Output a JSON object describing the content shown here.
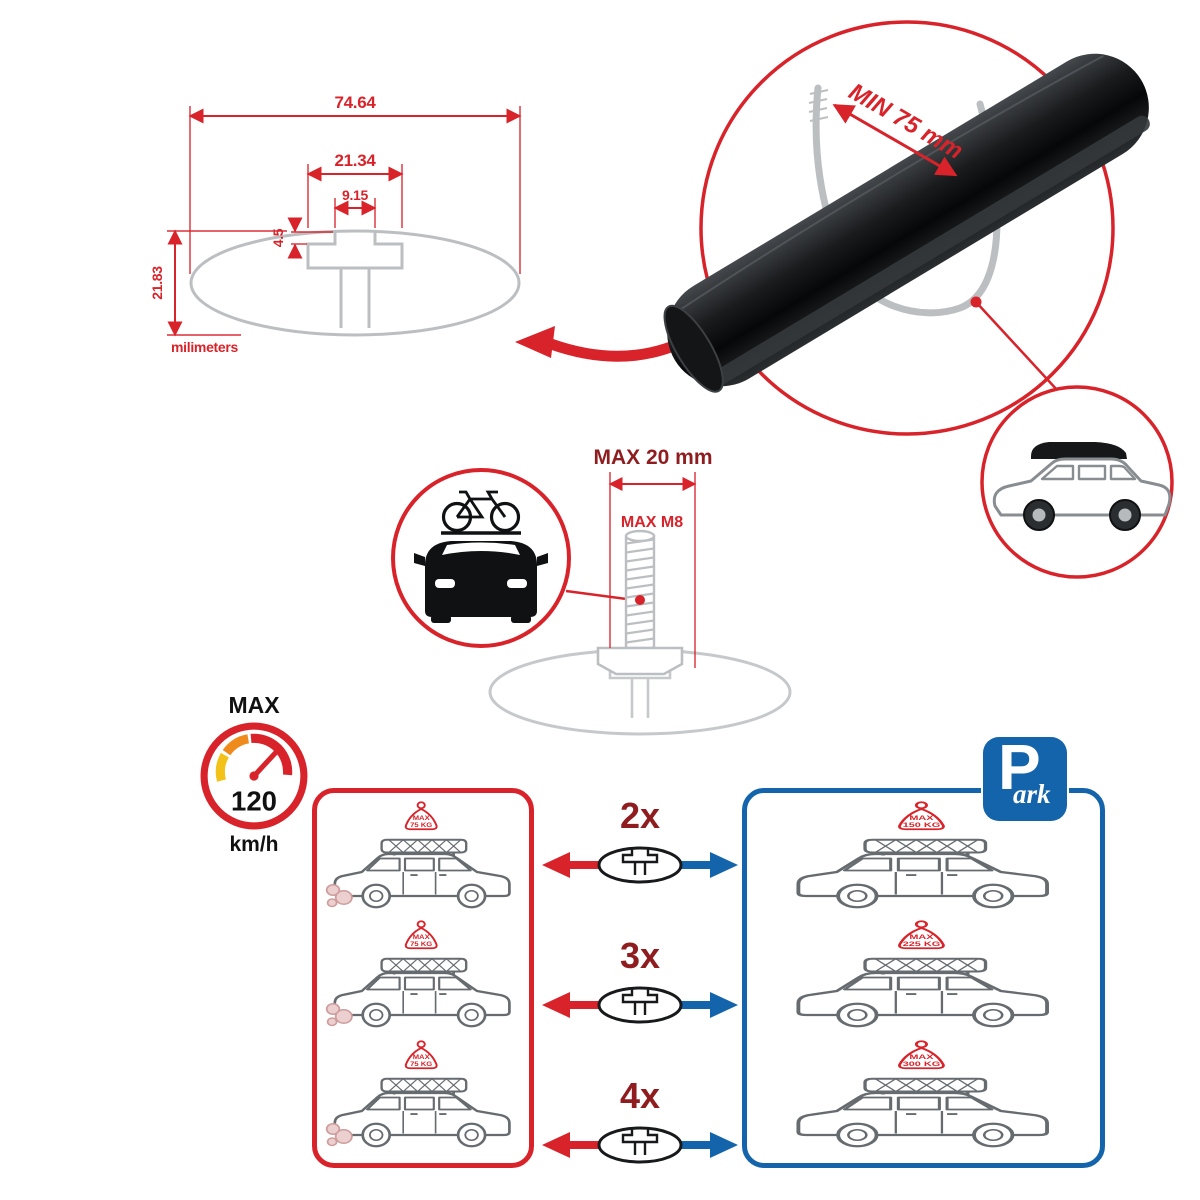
{
  "profile_dimensions": {
    "total_width": "74.64",
    "channel_width": "21.34",
    "slot_width": "9.15",
    "lip_depth": "4.5",
    "total_height": "21.83",
    "unit_label": "milimeters"
  },
  "clamp_detail": {
    "min_clearance_label": "MIN 75 mm"
  },
  "bolt_spec": {
    "max_length_label": "MAX 20 mm",
    "max_thread_label": "MAX M8"
  },
  "speed_limit": {
    "title": "MAX",
    "value": "120",
    "unit": "km/h"
  },
  "park_sign": {
    "letter": "P",
    "script": "ark"
  },
  "dynamic_panel": {
    "cars": [
      {
        "tag_line1": "MAX",
        "tag_line2": "75 KG"
      },
      {
        "tag_line1": "MAX",
        "tag_line2": "75 KG"
      },
      {
        "tag_line1": "MAX",
        "tag_line2": "75 KG"
      }
    ]
  },
  "multipliers": [
    {
      "label": "2x"
    },
    {
      "label": "3x"
    },
    {
      "label": "4x"
    }
  ],
  "static_panel": {
    "cars": [
      {
        "tag_line1": "MAX",
        "tag_line2": "150 KG"
      },
      {
        "tag_line1": "MAX",
        "tag_line2": "225 KG"
      },
      {
        "tag_line1": "MAX",
        "tag_line2": "300 KG"
      }
    ]
  },
  "colors": {
    "red": "#d8232a",
    "dark_red": "#8f1d1f",
    "blue": "#1464ac",
    "ghost_gray": "#bcbfc2",
    "line_gray": "#666b70"
  }
}
